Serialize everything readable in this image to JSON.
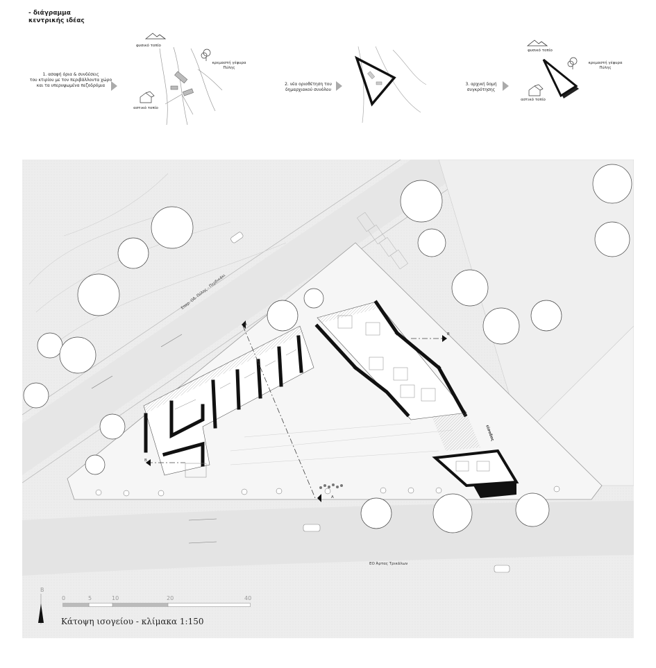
{
  "header": {
    "title": "- διάγραμμα\nκεντρικής ιδέας"
  },
  "steps": [
    {
      "text": "1. ασαφή όρια & συνδέσεις\nτου κτιρίου με τον περιβάλλοντα χώρο\nκαι τα υπερυψωμένα πεζοδρόμια"
    },
    {
      "text": "2. νέα οριοθέτηση του\nδημαρχιακού συνόλου"
    },
    {
      "text": "3. αρχική δομή\nσυγκρότησης"
    }
  ],
  "diagram_labels": {
    "natural_landscape": "φυσικό τοπίο",
    "suspension_bridge": "κρεμαστή γέφυρα\nΠύλης",
    "urban_landscape": "αστικό τοπίο"
  },
  "plan": {
    "road_north": "Επαρ. Οδ. Πύλης - Περδικάκι",
    "road_south": "ΕΟ Άρτας Τρικάλων",
    "section_a": "A",
    "section_b": "B",
    "entrance": "είσοδος"
  },
  "scale": {
    "north_letter": "Β",
    "ticks": [
      "0",
      "5",
      "10",
      "20",
      "40"
    ]
  },
  "caption": "Κάτοψη ισογείου - κλίμακα 1:150"
}
